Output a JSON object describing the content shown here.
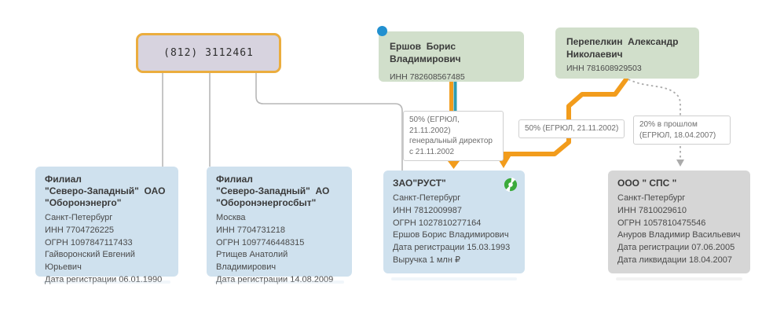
{
  "colors": {
    "orange_edge": "#F29C1C",
    "teal_edge": "#2E9BB0",
    "gray_edge": "#B7B7B7",
    "dashed_edge": "#ABABAB",
    "phone_node_fill": "#D7D3DF",
    "phone_node_border": "#EBAD3E",
    "person_node_fill": "#D1DFCB",
    "company_node_fill": "#CFE1EE",
    "inactive_node_fill": "#D6D6D6",
    "marker_dot_blue": "#2290D0",
    "status_icon_green": "#3BAA3B"
  },
  "nodes": {
    "phone": {
      "label": "(812) 3112461"
    },
    "ershov": {
      "name": "Ершов  Борис  Владимирович",
      "inn": "ИНН 782608567485"
    },
    "perepelkin": {
      "name": "Перепелкин  Александр\nНиколаевич",
      "inn": "ИНН 781608929503"
    },
    "oboronenergo": {
      "title": "Филиал\n\"Северо-Западный\"  ОАО\n\"Оборонэнерго\"",
      "details": [
        "Санкт-Петербург",
        "ИНН 7704726225",
        "ОГРН 1097847117433",
        "Гайворонский Евгений Юрьевич",
        "Дата регистрации 06.01.1990"
      ]
    },
    "oboronenergosbyt": {
      "title": "Филиал\n\"Северо-Западный\"  АО\n\"Оборонэнергосбыт\"",
      "details": [
        "Москва",
        "ИНН 7704731218",
        "ОГРН 1097746448315",
        "Ртищев Анатолий Владимирович",
        "Дата регистрации 14.08.2009"
      ]
    },
    "rust": {
      "title": "ЗАО\"РУСТ\"",
      "details": [
        "Санкт-Петербург",
        "ИНН 7812009987",
        "ОГРН 1027810277164",
        "Ершов Борис Владимирович",
        "Дата регистрации 15.03.1993",
        "Выручка 1 млн ₽"
      ]
    },
    "sps": {
      "title": "ООО \" СПС \"",
      "details": [
        "Санкт-Петербург",
        "ИНН 7810029610",
        "ОГРН 1057810475546",
        "Ануров Владимир Васильевич",
        "Дата регистрации 07.06.2005",
        "Дата ликвидации 18.04.2007"
      ]
    }
  },
  "edge_labels": {
    "ershov_rust": {
      "line1": "50% (ЕГРЮЛ, 21.11.2002)",
      "line2": "генеральный директор с 21.11.2002"
    },
    "perepelkin_rust": {
      "text": "50% (ЕГРЮЛ, 21.11.2002)"
    },
    "perepelkin_sps": {
      "text": "20% в прошлом (ЕГРЮЛ, 18.04.2007)"
    }
  },
  "icons": {
    "status_icon": "circular-arrows-active-company",
    "marker_dot": "selected-person-marker"
  }
}
